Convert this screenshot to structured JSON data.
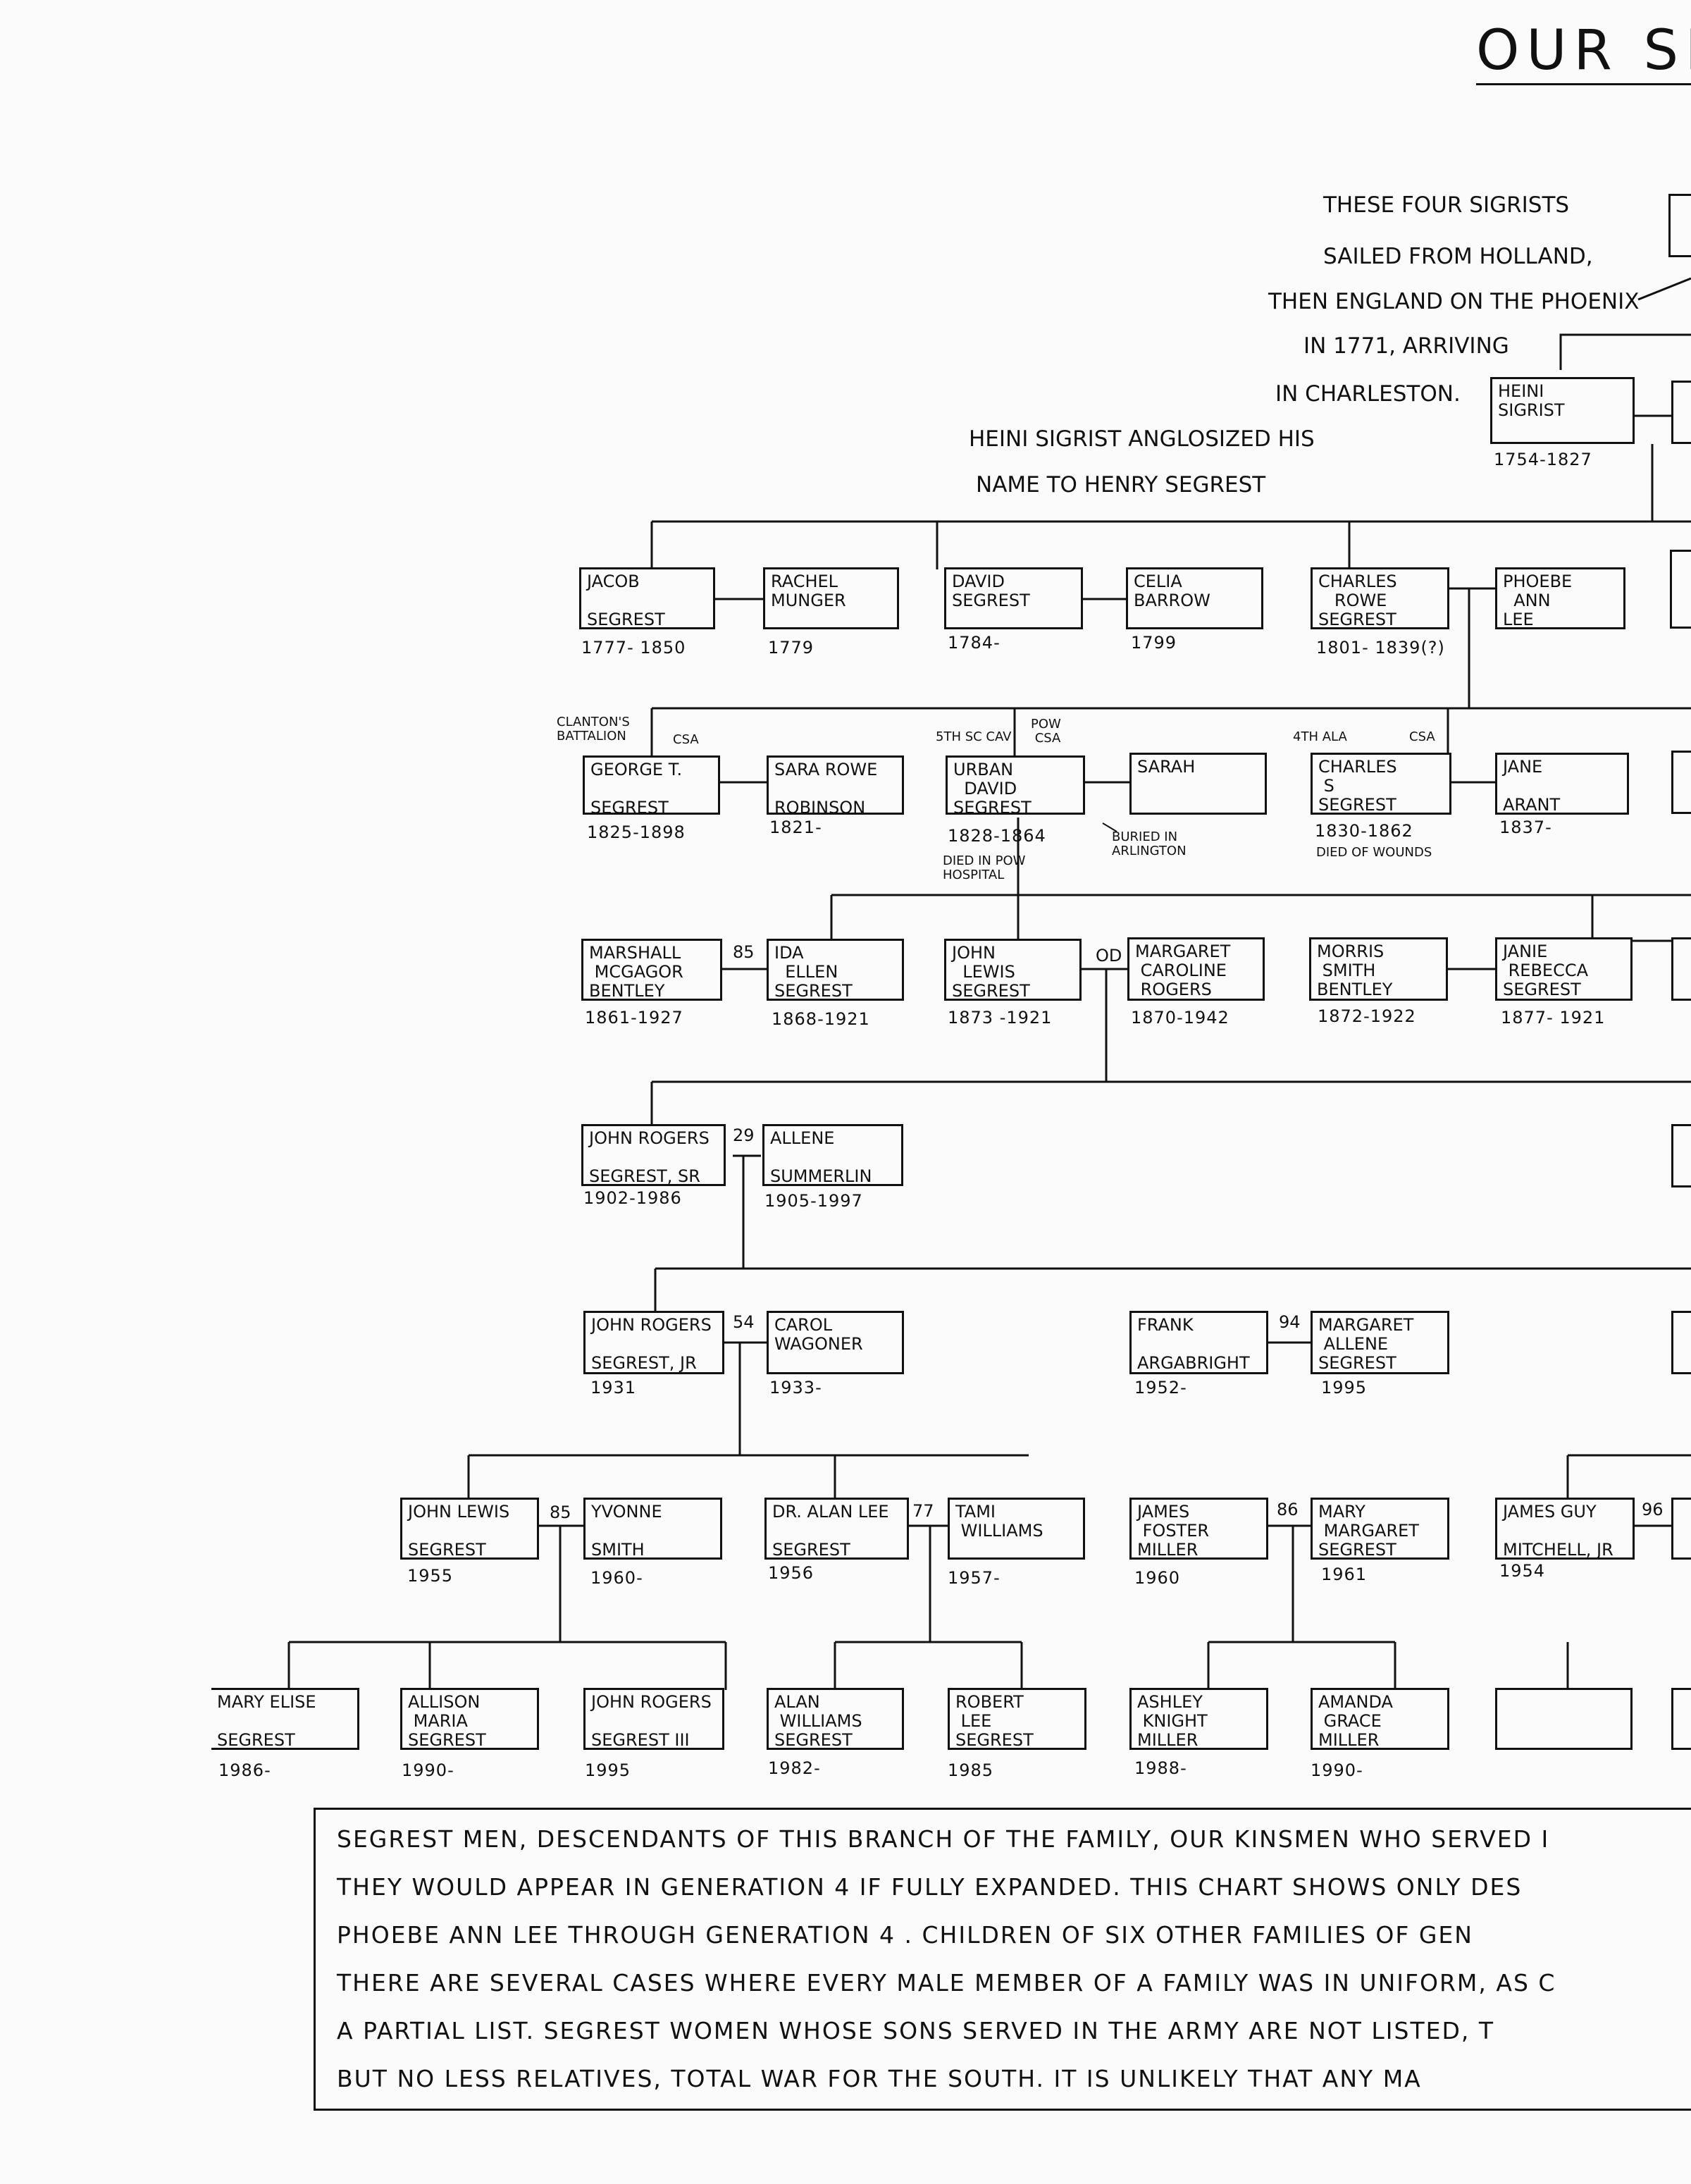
{
  "title": "OUR SE",
  "notes": [
    "THESE FOUR SIGRISTS",
    "SAILED FROM HOLLAND,",
    "THEN ENGLAND ON THE PHOENIX",
    "IN 1771, ARRIVING",
    "IN CHARLESTON."
  ],
  "anglicized_note": [
    "HEINI SIGRIST ANGLOSIZED HIS",
    "NAME TO HENRY SEGREST"
  ],
  "people": {
    "heini": {
      "name": "HEINI\nSIGRIST",
      "dates": "1754-1827"
    },
    "jacob": {
      "name": "JACOB\n\nSEGREST",
      "dates": "1777- 1850"
    },
    "rachel": {
      "name": "RACHEL\nMUNGER",
      "dates": "1779"
    },
    "david": {
      "name": "DAVID\nSEGREST",
      "dates": "1784-"
    },
    "celia": {
      "name": "CELIA\nBARROW",
      "dates": "1799"
    },
    "charles_rowe": {
      "name": "CHARLES\n   ROWE\nSEGREST",
      "dates": "1801- 1839(?)"
    },
    "phoebe": {
      "name": "PHOEBE\n  ANN\nLEE",
      "dates": ""
    },
    "george": {
      "name": "GEORGE T.\n\nSEGREST",
      "dates": "1825-1898"
    },
    "sara": {
      "name": "SARA ROWE\n\nROBINSON",
      "dates": "1821-"
    },
    "urban": {
      "name": "URBAN\n  DAVID\nSEGREST",
      "dates": "1828-1864"
    },
    "sarah": {
      "name": "SARAH",
      "dates": ""
    },
    "charles_s": {
      "name": "CHARLES\n S\nSEGREST",
      "dates": "1830-1862"
    },
    "jane": {
      "name": "JANE\n\nARANT",
      "dates": "1837-"
    },
    "marshall": {
      "name": "MARSHALL\n MCGAGOR\nBENTLEY",
      "dates": "1861-1927"
    },
    "ida": {
      "name": "IDA\n  ELLEN\nSEGREST",
      "dates": "1868-1921"
    },
    "john_lewis": {
      "name": "JOHN\n  LEWIS\nSEGREST",
      "dates": "1873 -1921"
    },
    "margaret_c": {
      "name": "MARGARET\n CAROLINE\n ROGERS",
      "dates": "1870-1942"
    },
    "morris": {
      "name": "MORRIS\n SMITH\nBENTLEY",
      "dates": "1872-1922"
    },
    "janie": {
      "name": "JANIE\n REBECCA\nSEGREST",
      "dates": "1877- 1921"
    },
    "john_rogers_sr": {
      "name": "JOHN ROGERS\n\nSEGREST, SR",
      "dates": "1902-1986"
    },
    "allene": {
      "name": "ALLENE\n\nSUMMERLIN",
      "dates": "1905-1997"
    },
    "john_rogers_jr": {
      "name": "JOHN ROGERS\n\nSEGREST, JR",
      "dates": "1931"
    },
    "carol": {
      "name": "CAROL\nWAGONER",
      "dates": "1933-"
    },
    "frank": {
      "name": "FRANK\n\nARGABRIGHT",
      "dates": "1952-"
    },
    "margaret_a": {
      "name": "MARGARET\n ALLENE\nSEGREST",
      "dates": "1995"
    },
    "john_lewis_2": {
      "name": "JOHN LEWIS\n\nSEGREST",
      "dates": "1955"
    },
    "yvonne": {
      "name": "YVONNE\n\nSMITH",
      "dates": "1960-"
    },
    "alan": {
      "name": "DR. ALAN LEE\n\nSEGREST",
      "dates": "1956"
    },
    "tami": {
      "name": "TAMI\n WILLIAMS",
      "dates": "1957-"
    },
    "james_foster": {
      "name": "JAMES\n FOSTER\nMILLER",
      "dates": "1960"
    },
    "mary_margaret": {
      "name": "MARY\n MARGARET\nSEGREST",
      "dates": "1961"
    },
    "james_guy": {
      "name": "JAMES GUY\n\nMITCHELL, JR",
      "dates": "1954"
    },
    "mary_elise": {
      "name": "MARY ELISE\n\nSEGREST",
      "dates": "1986-"
    },
    "allison": {
      "name": "ALLISON\n MARIA\nSEGREST",
      "dates": "1990-"
    },
    "john_rogers_3": {
      "name": "JOHN ROGERS\n\nSEGREST III",
      "dates": "1995"
    },
    "alan_williams": {
      "name": "ALAN\n WILLIAMS\nSEGREST",
      "dates": "1982-"
    },
    "robert": {
      "name": "ROBERT\n LEE\nSEGREST",
      "dates": "1985"
    },
    "ashley": {
      "name": "ASHLEY\n KNIGHT\nMILLER",
      "dates": "1988-"
    },
    "amanda": {
      "name": "AMANDA\n GRACE\nMILLER",
      "dates": "1990-"
    }
  },
  "marriage_years": {
    "ida_marshall": "85",
    "john_margaret": "OD",
    "sr": "29",
    "jr": "54",
    "frank": "94",
    "jl": "85",
    "alan": "77",
    "miller": "86",
    "mitchell": "96"
  },
  "military": {
    "clanton": "CLANTON'S\nBATTALION",
    "csa1": "CSA",
    "urban_unit": "5TH SC CAV",
    "urban_pow": "POW\n CSA",
    "charles_unit": "4TH ALA",
    "csa3": "CSA",
    "buried": "BURIED IN\nARLINGTON",
    "died_pow": "DIED IN POW\nHOSPITAL",
    "died_wounds": "DIED OF WOUNDS"
  },
  "footer_lines": [
    "SEGREST MEN, DESCENDANTS OF THIS BRANCH OF THE FAMILY, OUR KINSMEN WHO SERVED I",
    "THEY WOULD APPEAR IN GENERATION 4 IF FULLY EXPANDED. THIS CHART SHOWS ONLY DES",
    "PHOEBE ANN LEE THROUGH GENERATION 4 . CHILDREN OF SIX OTHER FAMILIES OF GEN",
    "THERE ARE SEVERAL CASES WHERE EVERY MALE MEMBER OF A FAMILY WAS IN UNIFORM, AS C",
    "A PARTIAL LIST. SEGREST WOMEN WHOSE SONS SERVED IN THE ARMY ARE NOT LISTED, T",
    "BUT NO LESS RELATIVES, TOTAL WAR FOR THE SOUTH. IT IS UNLIKELY THAT ANY MA"
  ]
}
